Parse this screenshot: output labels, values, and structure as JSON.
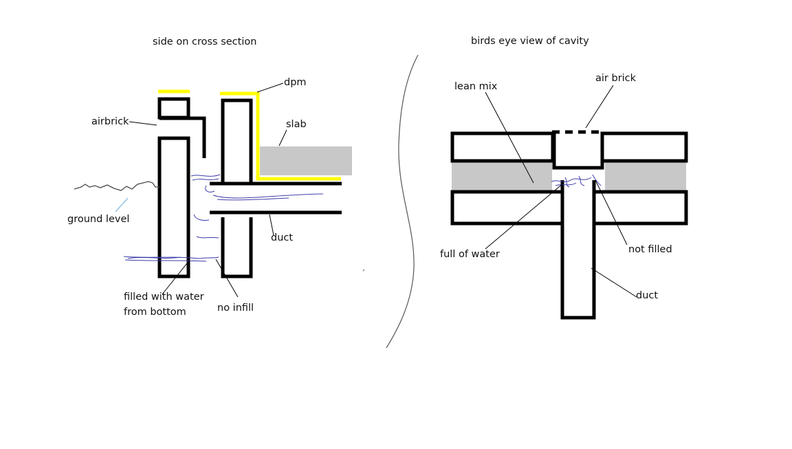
{
  "titles": {
    "left": "side on cross section",
    "right": "birds eye view of cavity"
  },
  "left_labels": {
    "dpm": "dpm",
    "airbrick": "airbrick",
    "slab": "slab",
    "ground_level": "ground level",
    "duct": "duct",
    "filled_line1": "filled with water",
    "filled_line2": "from bottom",
    "no_infill": "no infill"
  },
  "right_labels": {
    "lean_mix": "lean mix",
    "air_brick": "air brick",
    "full_of_water": "full of water",
    "not_filled": "not filled",
    "duct": "duct"
  },
  "colors": {
    "outline": "#000000",
    "dpm": "#ffff00",
    "slab_fill": "#c8c8c8",
    "water": "#3b3ba8",
    "ground": "#4a4a4a",
    "leader_ground": "#6ab0d8"
  }
}
